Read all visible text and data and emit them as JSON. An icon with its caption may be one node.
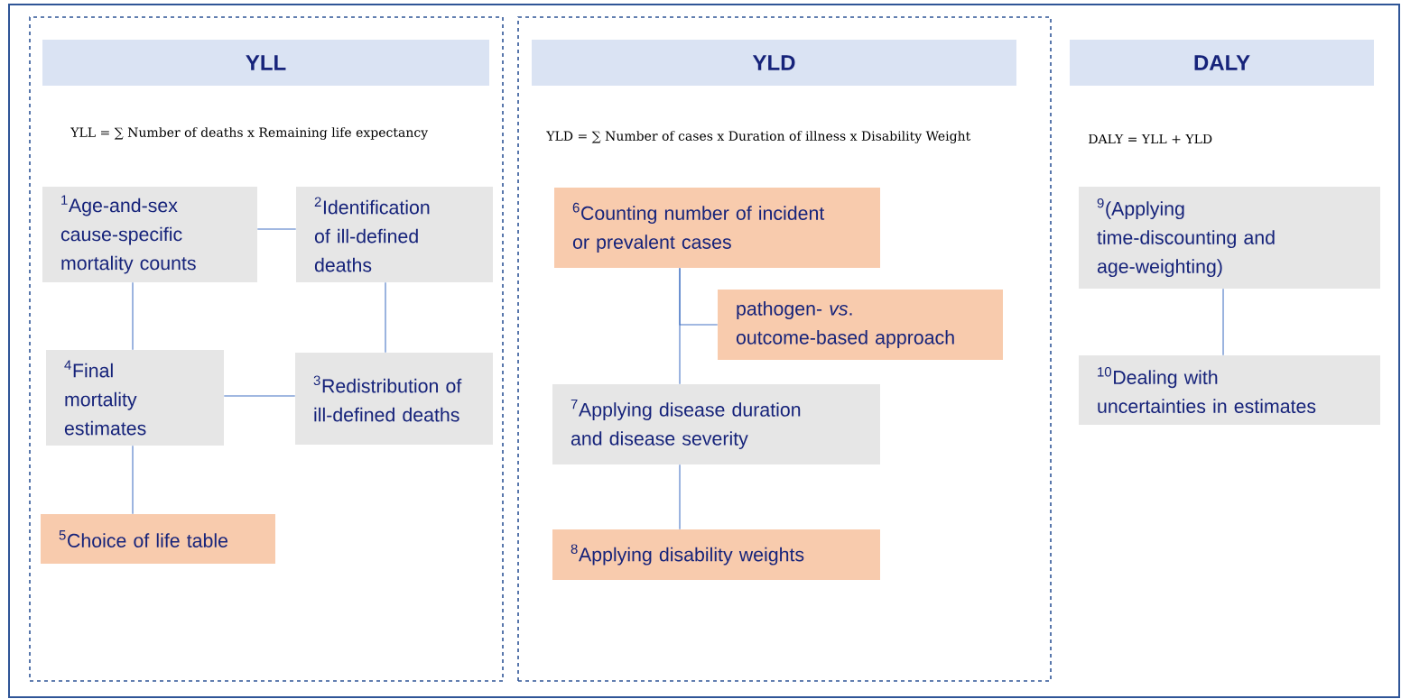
{
  "diagram": {
    "nodes": [
      {
        "text": [],
        "shape": "box"
      },
      {
        "text": [
          "YLL"
        ],
        "in": 0
      },
      {
        "text": [
          "$^{1}$Age-and-sex cause-specific mortality counts"
        ],
        "in": 0
      },
      {
        "text": [
          "$^{2}$Identification of ill-defined deaths"
        ],
        "in": 0
      },
      {
        "text": [
          "$^{4}$Final mortality estimates"
        ],
        "in": 0
      },
      {
        "text": [
          "$^{3}$Redistribution of ill-defined deaths"
        ],
        "in": 0
      },
      {
        "text": [
          "$^{5}$Choice of life table"
        ],
        "in": 0
      },
      {
        "text": [],
        "shape": "box"
      },
      {
        "text": [
          "YLD"
        ],
        "in": 7
      },
      {
        "text": [
          "$^{6}$Counting number of incident or prevalent cases"
        ],
        "in": 7
      },
      {
        "text": [
          "pathogen- *vs*. outcome-based approach"
        ],
        "in": 7
      },
      {
        "text": [
          "$^{7}$Applying disease duration and disease severity"
        ],
        "in": 7
      },
      {
        "text": [
          "$^{8}$Applying disability weights"
        ],
        "in": 7
      },
      {
        "text": [
          "DALY"
        ]
      },
      {
        "text": [
          "$^{9}$(Applying time-discounting and age-weighting)"
        ]
      },
      {
        "text": [
          "$^{10}$Dealing with uncertainties in estimates"
        ]
      }
    ],
    "edges": [
      {
        "from": 2,
        "to": 3,
        "arrow": "none"
      },
      {
        "from": 2,
        "to": 4,
        "arrow": "none"
      },
      {
        "from": 3,
        "to": 5,
        "arrow": "none"
      },
      {
        "from": 4,
        "to": 5,
        "arrow": "none"
      },
      {
        "from": 4,
        "to": 6,
        "arrow": "none"
      },
      {
        "from": 9,
        "to": 11,
        "arrow": "none"
      },
      {
        "from": 9,
        "to": 10,
        "arrow": "none"
      },
      {
        "from": 11,
        "to": 12,
        "arrow": "none"
      },
      {
        "from": 14,
        "to": 15,
        "arrow": "none"
      }
    ],
    "labels": [
      "YLL = ∑ Number of deaths x Remaining life expectancy",
      "YLD = ∑ Number of cases x Duration of illness x Disability Weight",
      "DALY = YLL + YLD"
    ]
  }
}
